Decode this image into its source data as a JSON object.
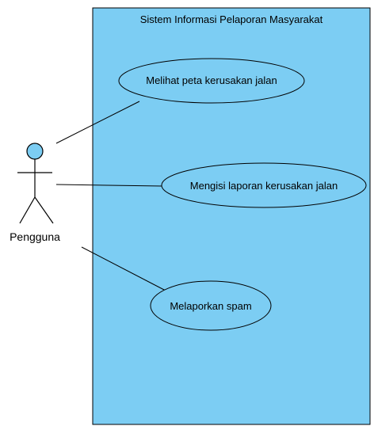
{
  "diagram": {
    "system": {
      "title": "Sistem Informasi Pelaporan Masyarakat",
      "fill_color": "#7ccdf3",
      "border_color": "#000000"
    },
    "actor": {
      "name": "Pengguna",
      "head_color": "#7ccdf3"
    },
    "use_cases": [
      {
        "label": "Melihat peta kerusakan jalan"
      },
      {
        "label": "Mengisi laporan kerusakan jalan"
      },
      {
        "label": "Melaporkan spam"
      }
    ]
  }
}
